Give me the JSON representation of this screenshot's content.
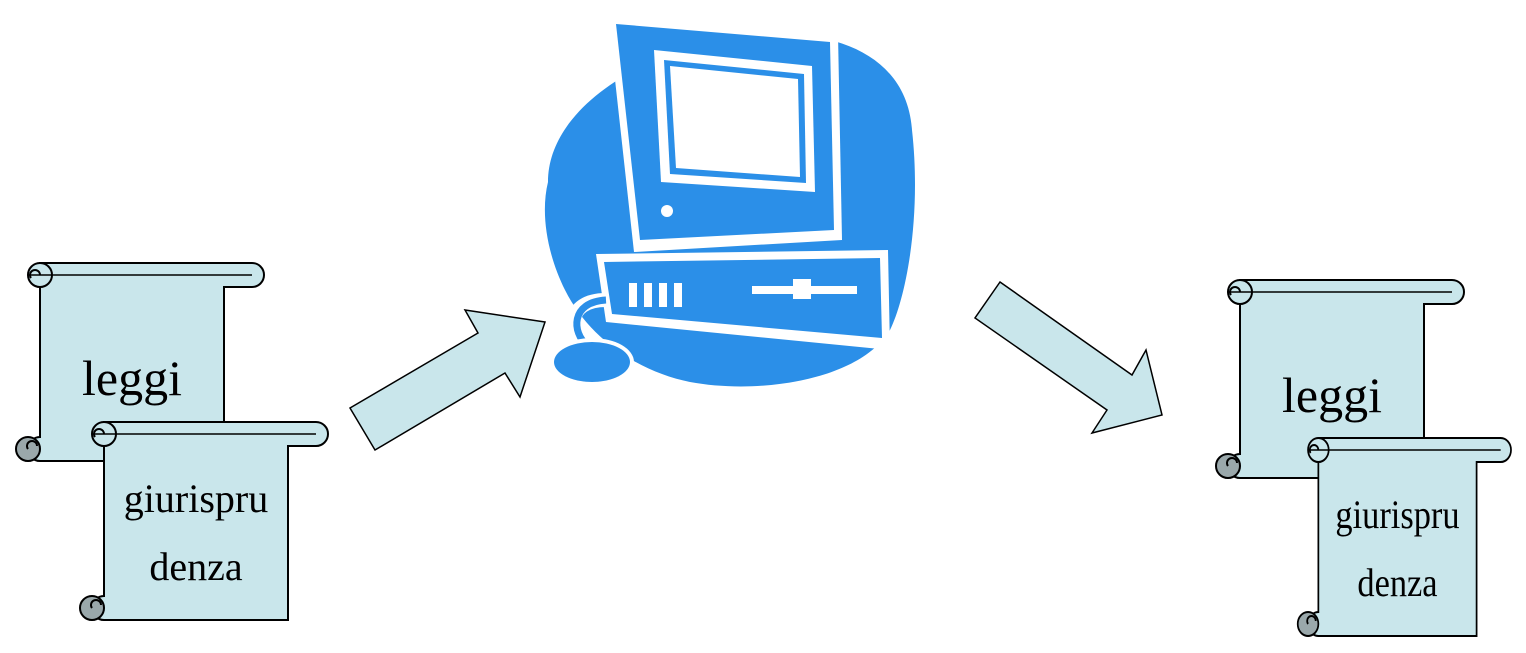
{
  "colors": {
    "background": "#ffffff",
    "scroll_fill": "#c9e6eb",
    "scroll_stroke": "#000000",
    "arrow_fill": "#c9e6eb",
    "computer_blue": "#2b8fe8",
    "curl_fill": "#9aa8ab"
  },
  "left_group": {
    "laws_scroll": {
      "label": "leggi"
    },
    "case_law_scroll": {
      "label_line1": "giurispru",
      "label_line2": "denza"
    }
  },
  "right_group": {
    "laws_scroll": {
      "label": "leggi"
    },
    "case_law_scroll": {
      "label_line1": "giurispru",
      "label_line2": "denza"
    }
  },
  "icons": {
    "computer": "desktop-computer-icon",
    "input_arrow": "arrow-up-right-icon",
    "output_arrow": "arrow-down-right-icon"
  }
}
